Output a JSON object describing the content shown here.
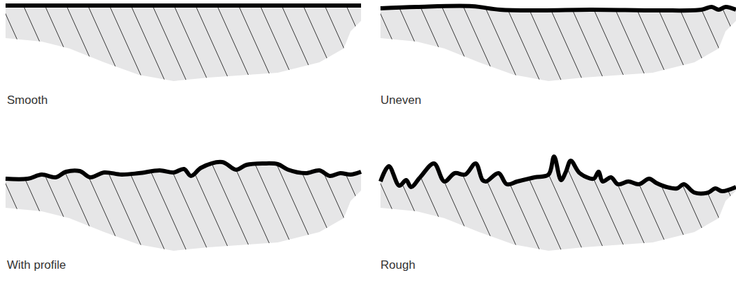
{
  "diagram": {
    "labels": [
      "Smooth",
      "Uneven",
      "With profile",
      "Rough"
    ]
  }
}
